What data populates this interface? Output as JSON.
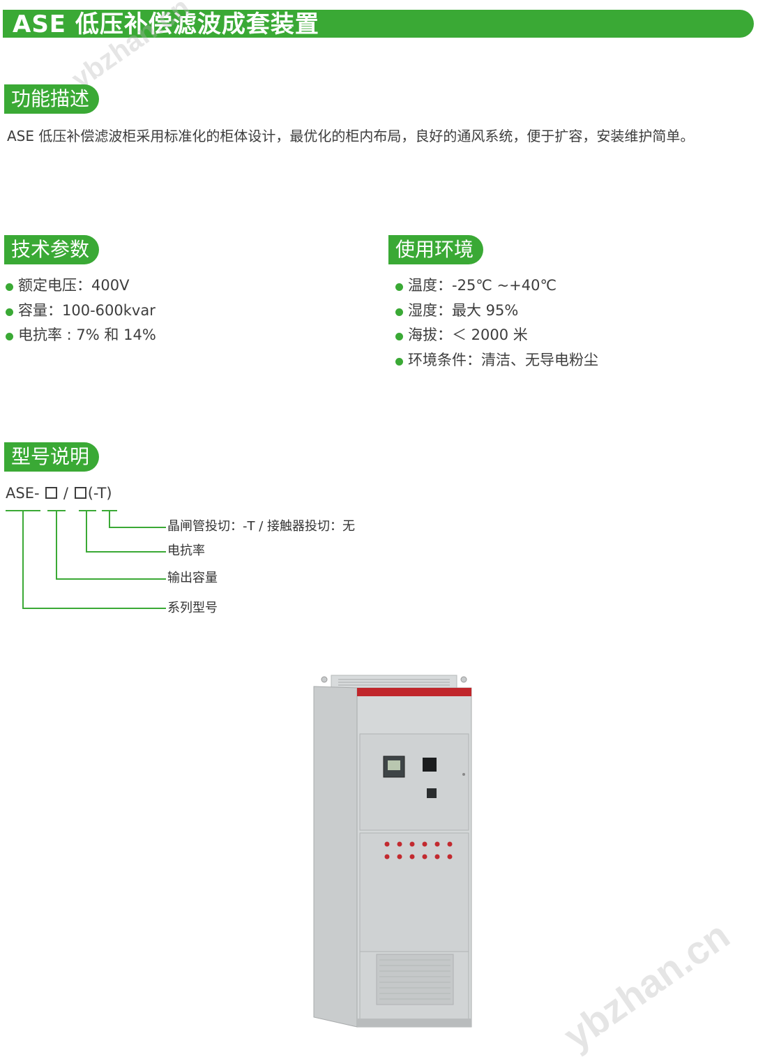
{
  "header": {
    "title": "ASE 低压补偿滤波成套装置"
  },
  "sections": {
    "function": {
      "heading": "功能描述",
      "text": "ASE 低压补偿滤波柜采用标准化的柜体设计，最优化的柜内布局，良好的通风系统，便于扩容，安装维护简单。"
    },
    "tech": {
      "heading": "技术参数",
      "items": [
        "额定电压：400V",
        "容量：100-600kvar",
        "电抗率 : 7% 和 14%"
      ]
    },
    "env": {
      "heading": "使用环境",
      "items": [
        "温度：-25℃ ~+40℃",
        "湿度：最大 95%",
        "海拔：＜ 2000 米",
        "环境条件：清洁、无导电粉尘"
      ]
    },
    "model": {
      "heading": "型号说明",
      "code_prefix": "ASE-",
      "code_sep": "/",
      "code_suffix": "(-T)",
      "labels": [
        "晶闸管投切：-T / 接触器投切：无",
        "电抗率",
        "输出容量",
        "系列型号"
      ]
    }
  },
  "watermarks": [
    "ybzhan.cn",
    "ybzhan.cn"
  ],
  "colors": {
    "accent": "#3aa935",
    "text": "#3d3d3d",
    "cabinet_top_stripe": "#c0262b"
  }
}
